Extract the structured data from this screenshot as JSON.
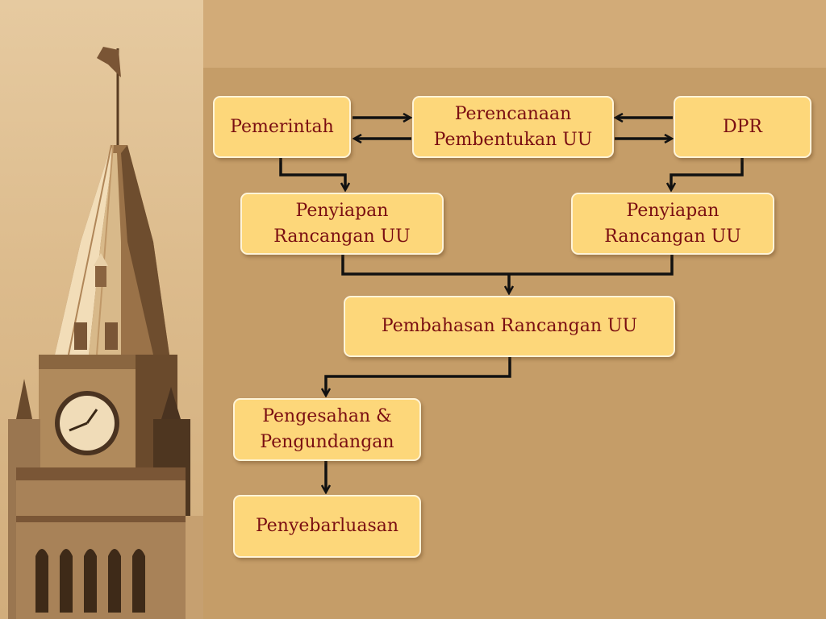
{
  "nodes": {
    "pemerintah": "Pemerintah",
    "perencanaan": "Perencanaan\nPembentukan UU",
    "dpr": "DPR",
    "penyiapan_left": "Penyiapan\nRancangan UU",
    "penyiapan_right": "Penyiapan\nRancangan UU",
    "pembahasan": "Pembahasan Rancangan UU",
    "pengesahan": "Pengesahan &\nPengundangan",
    "penyebarluasan": "Penyebarluasan"
  },
  "colors": {
    "box_fill": "#fdd77a",
    "box_text": "#7a0e12",
    "arrow": "#111111",
    "background": "#c59d68"
  }
}
